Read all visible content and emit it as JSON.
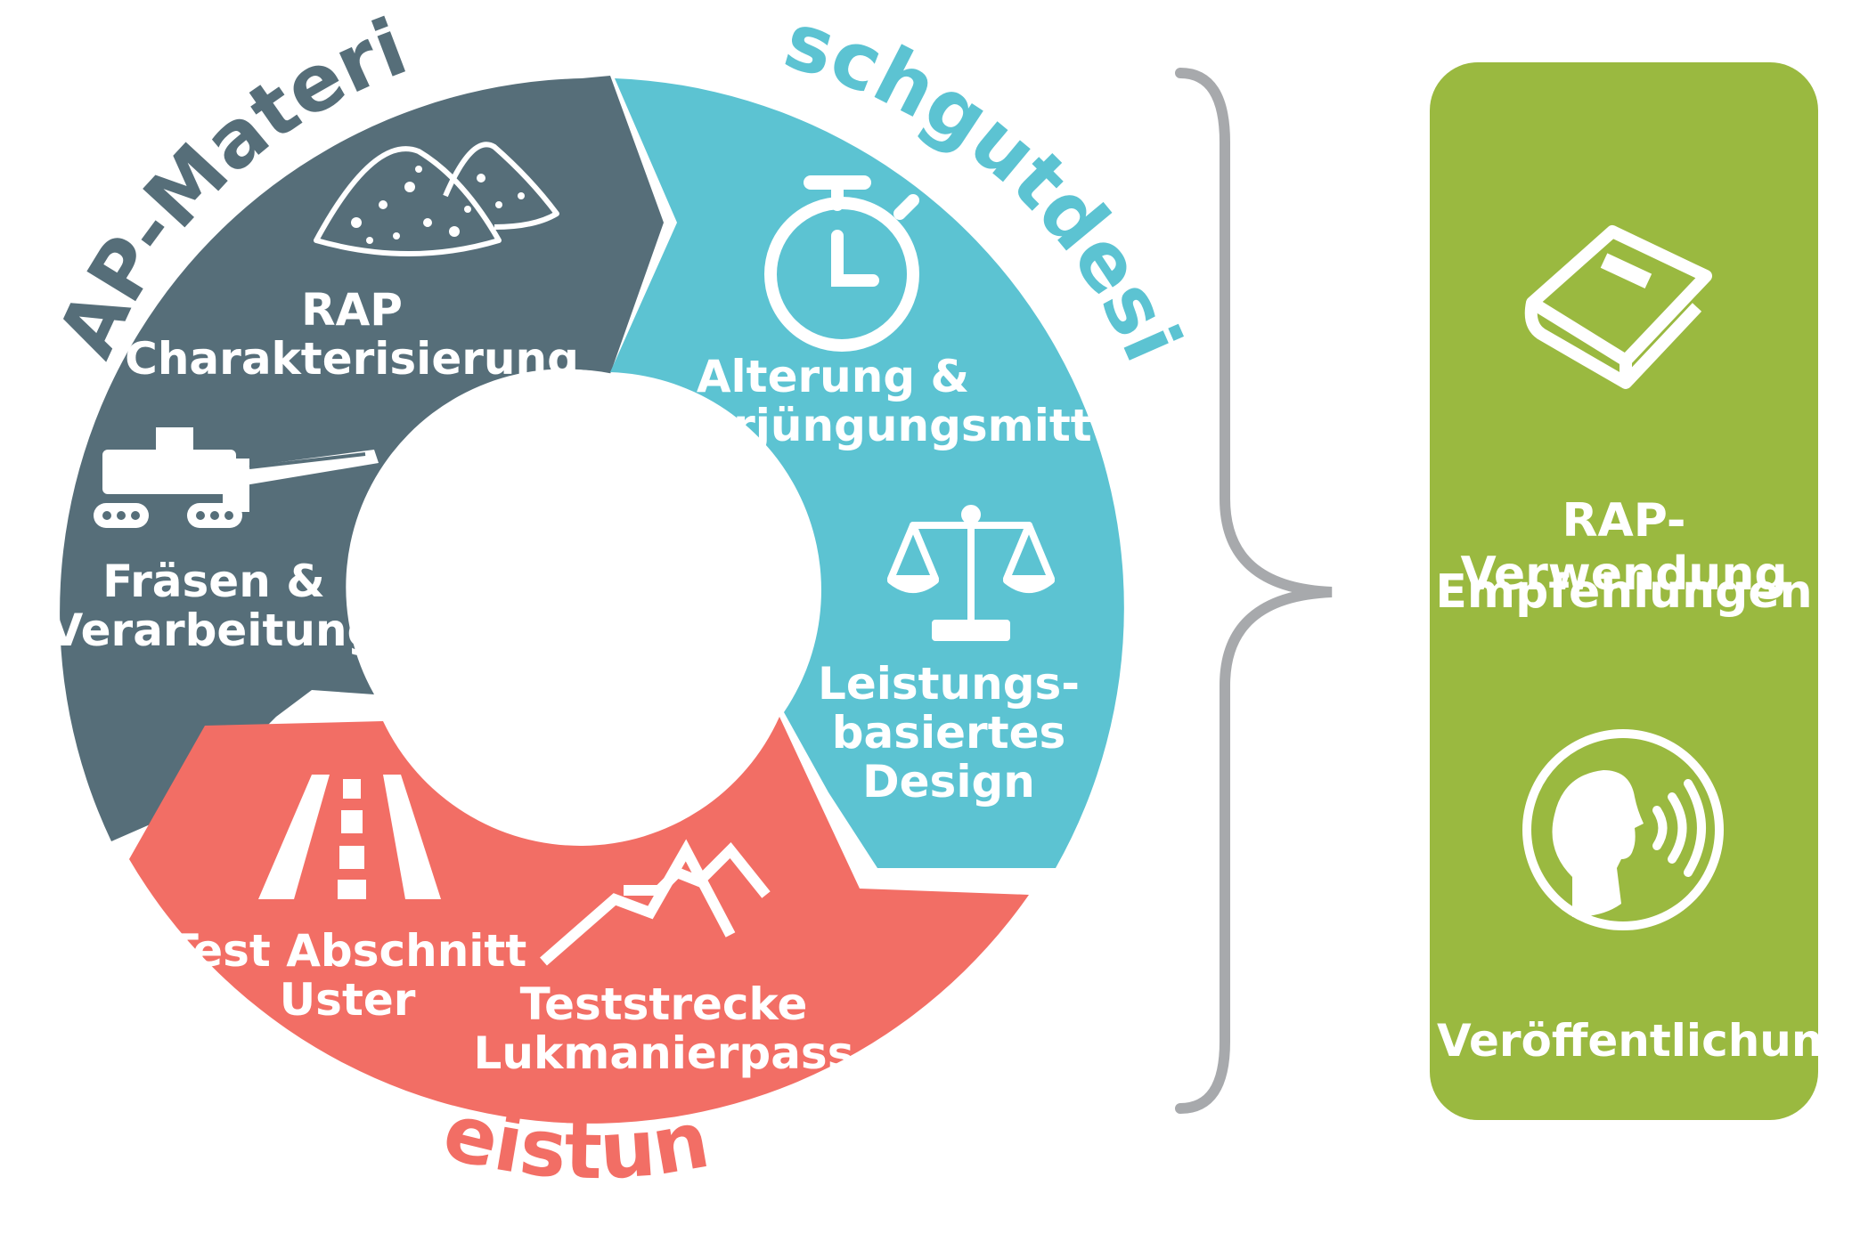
{
  "colors": {
    "rap": "#566e79",
    "mix": "#5cc3d2",
    "perf": "#f26e65",
    "green": "#9ab940",
    "brace": "#a7a9ac",
    "white": "#ffffff"
  },
  "cycle": {
    "rap_title": "RAP-Material",
    "mix_title": "Mischgutdesign",
    "perf_title": "Leistung",
    "rap_item1_line1": "RAP",
    "rap_item1_line2": "Charakterisierung",
    "rap_item2_line1": "Fräsen &",
    "rap_item2_line2": "Verarbeitung",
    "mix_item1_line1": "Alterung &",
    "mix_item1_line2": "Verjüngungsmittel",
    "mix_item2_line1": "Leistungs-",
    "mix_item2_line2": "basiertes",
    "mix_item2_line3": "Design",
    "perf_item1_line1": "Test Abschnitt",
    "perf_item1_line2": "Uster",
    "perf_item2_line1": "Teststrecke",
    "perf_item2_line2": "Lukmanierpass"
  },
  "outcome": {
    "rec_line1": "RAP-Verwendung",
    "rec_line2": "Empfehlungen",
    "publication": "Veröffentlichung"
  },
  "icons": {
    "rap_item1": "gravel-pile-icon",
    "rap_item2": "milling-machine-icon",
    "mix_item1": "stopwatch-icon",
    "mix_item2": "balance-scale-icon",
    "perf_item1": "road-icon",
    "perf_item2": "mountain-icon",
    "rec": "book-icon",
    "pub": "speaking-head-icon"
  }
}
